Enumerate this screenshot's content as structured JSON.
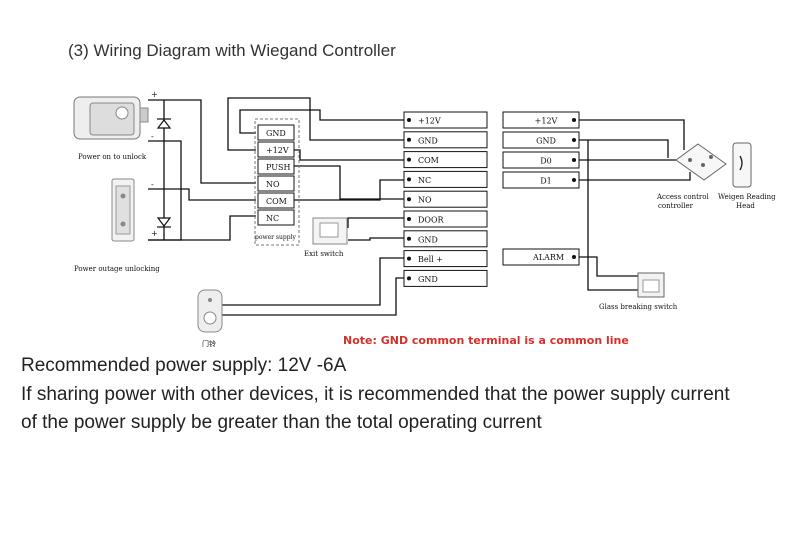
{
  "title": "(3) Wiring Diagram with Wiegand Controller",
  "lock_top": {
    "caption": "Power on to unlock"
  },
  "lock_bottom": {
    "caption": "Power outage unlocking"
  },
  "power_supply": {
    "terminals": [
      "GND",
      "+12V",
      "PUSH",
      "NO",
      "COM",
      "NC"
    ],
    "caption": "power supply"
  },
  "exit_switch": {
    "caption": "Exit switch"
  },
  "doorbell": {
    "caption": "门铃"
  },
  "terminals_mid": [
    "+12V",
    "GND",
    "COM",
    "NC",
    "NO",
    "DOOR",
    "GND",
    "Bell +",
    "GND"
  ],
  "terminals_right": [
    "+12V",
    "GND",
    "D0",
    "D1"
  ],
  "alarm_terminal": "ALARM",
  "access_controller": {
    "caption_line1": "Access control",
    "caption_line2": "controller"
  },
  "reader": {
    "caption_line1": "Weigen Reading",
    "caption_line2": "Head"
  },
  "glass_switch": {
    "caption": "Glass breaking switch"
  },
  "polarity": {
    "plus": "+",
    "minus": "-"
  },
  "note": "Note: GND common terminal is a common line",
  "recommend": {
    "line1": "Recommended power supply: 12V -6A",
    "line2": "If sharing power with other devices, it is recommended that the power supply current",
    "line3": "of the power supply be greater than the total operating current"
  },
  "colors": {
    "note": "#d6302a",
    "line": "#111111",
    "text": "#222222"
  }
}
